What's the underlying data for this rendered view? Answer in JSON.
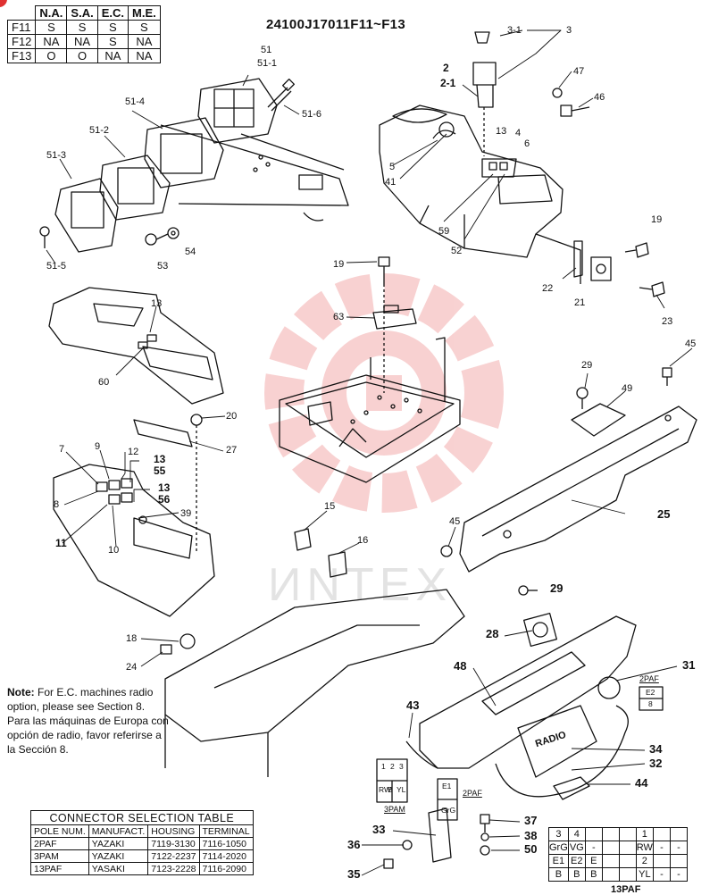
{
  "model_code": "24100J17011F11~F13",
  "variant_table": {
    "headers": [
      "N.A.",
      "S.A.",
      "E.C.",
      "M.E."
    ],
    "rows": [
      {
        "code": "F11",
        "values": [
          "S",
          "S",
          "S",
          "S"
        ]
      },
      {
        "code": "F12",
        "values": [
          "NA",
          "NA",
          "S",
          "NA"
        ]
      },
      {
        "code": "F13",
        "values": [
          "O",
          "O",
          "NA",
          "NA"
        ]
      }
    ]
  },
  "note": {
    "label": "Note:",
    "english": " For E.C. machines radio option, please see Section 8.",
    "spanish": "Para las máquinas de Europa con opción de radio, favor referirse a la Sección 8."
  },
  "connector_table": {
    "title": "CONNECTOR SELECTION TABLE",
    "headers": [
      "POLE NUM.",
      "MANUFACT.",
      "HOUSING",
      "TERMINAL"
    ],
    "rows": [
      [
        "2PAF",
        "YAZAKI",
        "7119-3130",
        "7116-1050"
      ],
      [
        "3PAM",
        "YAZAKI",
        "7122-2237",
        "7114-2020"
      ],
      [
        "13PAF",
        "YASAKI",
        "7123-2228",
        "7116-2090"
      ]
    ]
  },
  "pin_table": {
    "label": "13PAF",
    "rows": [
      [
        "3",
        "4",
        "",
        "",
        "",
        "1",
        "",
        ""
      ],
      [
        "GrG",
        "VG",
        "-",
        "",
        "",
        "RW",
        "-",
        "-"
      ],
      [
        "E1",
        "E2",
        "E",
        "",
        "",
        "2",
        "",
        ""
      ],
      [
        "B",
        "B",
        "B",
        "",
        "",
        "YL",
        "-",
        "-"
      ]
    ]
  },
  "connector_art": {
    "c2paf_a": {
      "name": "2PAF",
      "pins": [
        "E2",
        "8"
      ]
    },
    "c3pam": {
      "name": "3PAM",
      "pins": [
        "1",
        "2",
        "3",
        "RW",
        "B",
        "YL"
      ]
    },
    "c2paf_b": {
      "name": "2PAF",
      "pins": [
        "E1",
        "GrG"
      ]
    },
    "radio_label": "RADIO"
  },
  "callouts": [
    {
      "id": "51",
      "text": "51"
    },
    {
      "id": "51-1",
      "text": "51-1"
    },
    {
      "id": "51-6",
      "text": "51-6"
    },
    {
      "id": "51-4",
      "text": "51-4"
    },
    {
      "id": "51-2",
      "text": "51-2"
    },
    {
      "id": "51-3",
      "text": "51-3"
    },
    {
      "id": "51-5",
      "text": "51-5"
    },
    {
      "id": "53",
      "text": "53"
    },
    {
      "id": "54",
      "text": "54"
    },
    {
      "id": "3-1",
      "text": "3-1"
    },
    {
      "id": "3",
      "text": "3"
    },
    {
      "id": "2",
      "text": "2"
    },
    {
      "id": "2-1",
      "text": "2-1"
    },
    {
      "id": "47",
      "text": "47"
    },
    {
      "id": "46",
      "text": "46"
    },
    {
      "id": "13a",
      "text": "13"
    },
    {
      "id": "4",
      "text": "4"
    },
    {
      "id": "6",
      "text": "6"
    },
    {
      "id": "5",
      "text": "5"
    },
    {
      "id": "41",
      "text": "41"
    },
    {
      "id": "59",
      "text": "59"
    },
    {
      "id": "52",
      "text": "52"
    },
    {
      "id": "19a",
      "text": "19"
    },
    {
      "id": "22",
      "text": "22"
    },
    {
      "id": "21",
      "text": "21"
    },
    {
      "id": "23",
      "text": "23"
    },
    {
      "id": "19b",
      "text": "19"
    },
    {
      "id": "63",
      "text": "63"
    },
    {
      "id": "13b",
      "text": "13"
    },
    {
      "id": "60",
      "text": "60"
    },
    {
      "id": "45a",
      "text": "45"
    },
    {
      "id": "29a",
      "text": "29"
    },
    {
      "id": "49",
      "text": "49"
    },
    {
      "id": "20",
      "text": "20"
    },
    {
      "id": "27",
      "text": "27"
    },
    {
      "id": "7",
      "text": "7"
    },
    {
      "id": "9",
      "text": "9"
    },
    {
      "id": "12",
      "text": "12"
    },
    {
      "id": "13c",
      "text": "13"
    },
    {
      "id": "55",
      "text": "55"
    },
    {
      "id": "13d",
      "text": "13"
    },
    {
      "id": "56",
      "text": "56"
    },
    {
      "id": "8",
      "text": "8"
    },
    {
      "id": "39",
      "text": "39"
    },
    {
      "id": "11",
      "text": "11"
    },
    {
      "id": "10",
      "text": "10"
    },
    {
      "id": "25",
      "text": "25"
    },
    {
      "id": "15",
      "text": "15"
    },
    {
      "id": "16",
      "text": "16"
    },
    {
      "id": "45b",
      "text": "45"
    },
    {
      "id": "29b",
      "text": "29"
    },
    {
      "id": "18",
      "text": "18"
    },
    {
      "id": "24",
      "text": "24"
    },
    {
      "id": "28",
      "text": "28"
    },
    {
      "id": "31",
      "text": "31"
    },
    {
      "id": "48",
      "text": "48"
    },
    {
      "id": "43",
      "text": "43"
    },
    {
      "id": "34",
      "text": "34"
    },
    {
      "id": "32",
      "text": "32"
    },
    {
      "id": "44",
      "text": "44"
    },
    {
      "id": "37",
      "text": "37"
    },
    {
      "id": "33",
      "text": "33"
    },
    {
      "id": "38",
      "text": "38"
    },
    {
      "id": "36",
      "text": "36"
    },
    {
      "id": "50",
      "text": "50"
    },
    {
      "id": "35",
      "text": "35"
    }
  ]
}
